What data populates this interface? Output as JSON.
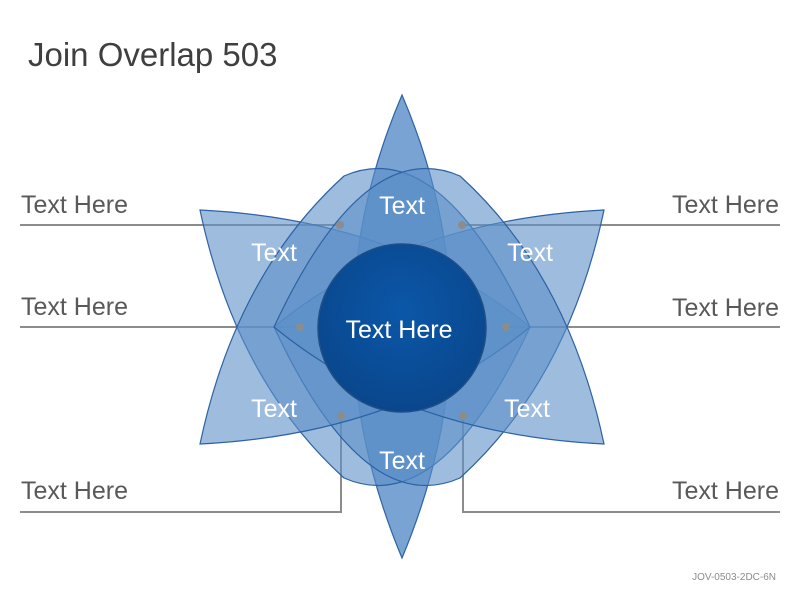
{
  "title": "Join Overlap 503",
  "center_label": "Text Here",
  "petals": [
    {
      "id": "top",
      "label": "Text"
    },
    {
      "id": "upper-right",
      "label": "Text"
    },
    {
      "id": "lower-right",
      "label": "Text"
    },
    {
      "id": "bottom",
      "label": "Text"
    },
    {
      "id": "lower-left",
      "label": "Text"
    },
    {
      "id": "upper-left",
      "label": "Text"
    }
  ],
  "callouts": [
    {
      "id": "left-top",
      "label": "Text Here"
    },
    {
      "id": "left-middle",
      "label": "Text Here"
    },
    {
      "id": "left-bottom",
      "label": "Text Here"
    },
    {
      "id": "right-top",
      "label": "Text Here"
    },
    {
      "id": "right-middle",
      "label": "Text Here"
    },
    {
      "id": "right-bottom",
      "label": "Text Here"
    }
  ],
  "footer_code": "JOV-0503-2DC-6N",
  "colors": {
    "petal_fill": "#6f9fd0",
    "petal_stroke": "#2d62a3",
    "center_fill": "#0a4f9c",
    "line": "#8c8c8c"
  }
}
